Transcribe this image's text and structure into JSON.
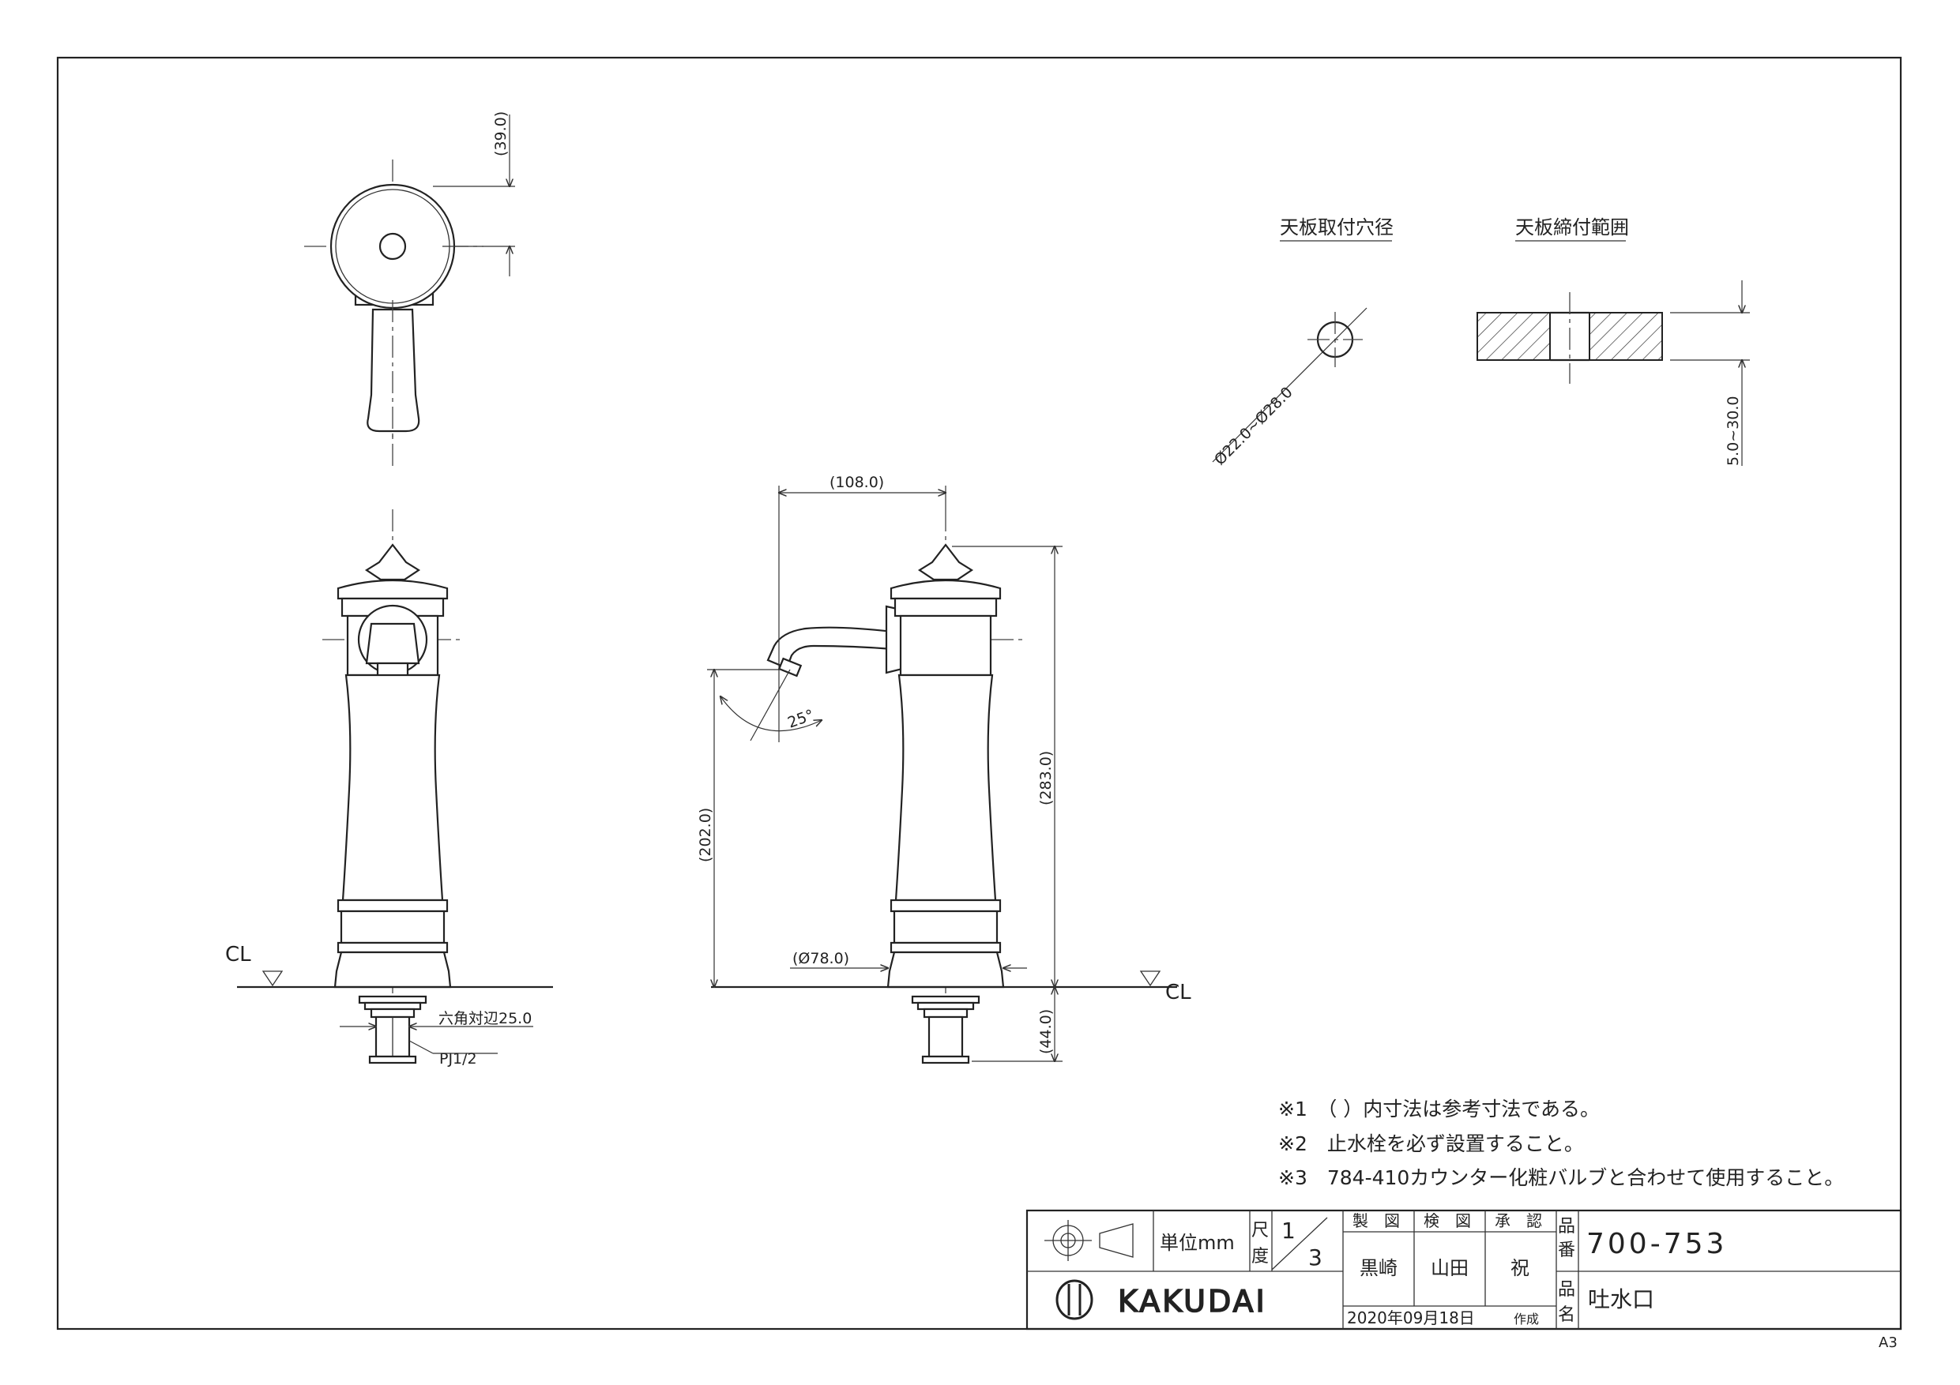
{
  "dimensions": {
    "top_offset": "(39.0)",
    "spout_reach": "(108.0)",
    "total_height": "(283.0)",
    "spout_height": "(202.0)",
    "shank_length": "(44.0)",
    "base_diameter": "(Ø78.0)",
    "spout_angle": "25°",
    "hex_size": "六角対辺25.0",
    "thread": "PJ1/2",
    "hole_diameter": "Ø22.0~Ø28.0",
    "counter_thickness": "5.0~30.0"
  },
  "labels": {
    "cl_left": "CL",
    "cl_right": "CL",
    "hole_title": "天板取付穴径",
    "range_title": "天板締付範囲",
    "paper_size": "A3"
  },
  "notes": [
    "※1　（ ）内寸法は参考寸法である。",
    "※2　止水栓を必ず設置すること。",
    "※3　784-410カウンター化粧バルブと合わせて使用すること。"
  ],
  "title_block": {
    "unit": "単位mm",
    "scale_label_1": "尺",
    "scale_label_2": "度",
    "scale_num": "1",
    "scale_den": "3",
    "drafted_header": "製　図",
    "checked_header": "検　図",
    "approved_header": "承　認",
    "drafted_by": "黒崎",
    "checked_by": "山田",
    "approved_by": "祝",
    "number_label_1": "品",
    "number_label_2": "番",
    "name_label_1": "品",
    "name_label_2": "名",
    "product_number": "700-753",
    "product_name": "吐水口",
    "company": "KAKUDAI",
    "date": "2020年09月18日",
    "created": "作成"
  }
}
